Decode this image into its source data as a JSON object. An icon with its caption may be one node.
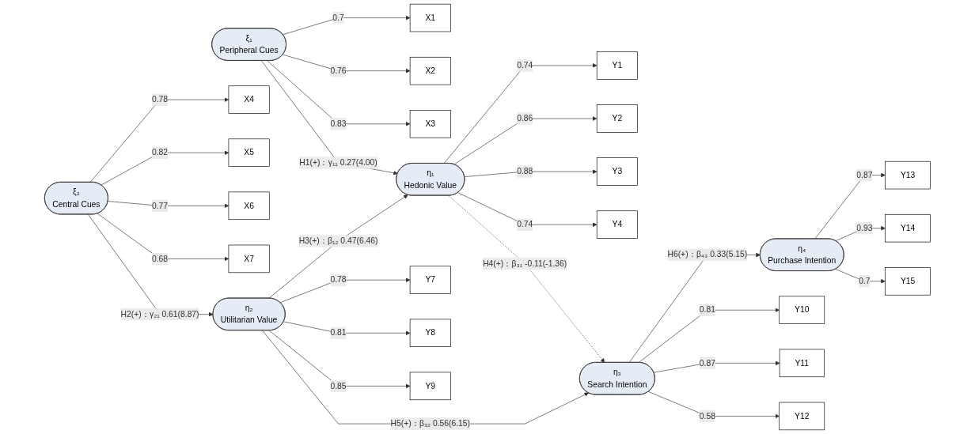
{
  "diagram": {
    "nodes": [
      {
        "text": [
          "Y1"
        ]
      },
      {
        "text": [
          "Y2"
        ]
      },
      {
        "text": [
          "Y3"
        ]
      },
      {
        "text": [
          "Y4"
        ]
      },
      {
        "text": [
          "X1"
        ]
      },
      {
        "text": [
          "X2"
        ]
      },
      {
        "text": [
          "X3"
        ]
      },
      {
        "text": [
          "ξ₁",
          "Peripheral Cues"
        ]
      },
      {
        "text": [
          "η₁",
          "Hedonic Value"
        ]
      },
      {
        "text": [
          "η₃",
          "Search Intention"
        ]
      },
      {
        "text": [
          "η₄",
          "Purchase Intention"
        ]
      },
      {
        "text": [
          "X4"
        ]
      },
      {
        "text": [
          "X5"
        ]
      },
      {
        "text": [
          "X6"
        ]
      },
      {
        "text": [
          "X7"
        ]
      },
      {
        "text": [
          "ξ₂",
          "Central Cues"
        ]
      },
      {
        "text": [
          "η₂",
          "Utilitarian Value"
        ]
      },
      {
        "text": [
          "Y10"
        ]
      },
      {
        "text": [
          "Y11"
        ]
      },
      {
        "text": [
          "Y12"
        ]
      },
      {
        "text": [
          "Y13"
        ]
      },
      {
        "text": [
          "Y14"
        ]
      },
      {
        "text": [
          "Y15"
        ]
      },
      {
        "text": [
          "Y7"
        ]
      },
      {
        "text": [
          "Y8"
        ]
      },
      {
        "text": [
          "Y9"
        ]
      }
    ],
    "edges": [
      {
        "from": 7,
        "to": 4,
        "arrow": "to",
        "label": "0.7"
      },
      {
        "from": 7,
        "to": 5,
        "arrow": "to",
        "label": "0.76"
      },
      {
        "from": 7,
        "to": 6,
        "arrow": "to",
        "label": "0.83"
      },
      {
        "from": 8,
        "to": 0,
        "arrow": "to",
        "label": "0.74"
      },
      {
        "from": 8,
        "to": 1,
        "arrow": "to",
        "label": "0.86"
      },
      {
        "from": 8,
        "to": 2,
        "arrow": "to",
        "label": "0.88"
      },
      {
        "from": 8,
        "to": 3,
        "arrow": "to",
        "label": "0.74"
      },
      {
        "from": 15,
        "to": 11,
        "arrow": "to",
        "label": "0.78"
      },
      {
        "from": 15,
        "to": 12,
        "arrow": "to",
        "label": "0.82"
      },
      {
        "from": 15,
        "to": 13,
        "arrow": "to",
        "label": "0.77"
      },
      {
        "from": 15,
        "to": 14,
        "arrow": "to",
        "label": "0.68"
      },
      {
        "from": 16,
        "to": 23,
        "arrow": "to",
        "label": "0.78"
      },
      {
        "from": 16,
        "to": 24,
        "arrow": "to",
        "label": "0.81"
      },
      {
        "from": 16,
        "to": 25,
        "arrow": "to",
        "label": "0.85"
      },
      {
        "from": 9,
        "to": 17,
        "arrow": "to",
        "label": "0.81"
      },
      {
        "from": 9,
        "to": 18,
        "arrow": "to",
        "label": "0.87"
      },
      {
        "from": 9,
        "to": 19,
        "arrow": "to",
        "label": "0.58"
      },
      {
        "from": 10,
        "to": 20,
        "arrow": "to",
        "label": "0.87"
      },
      {
        "from": 10,
        "to": 21,
        "arrow": "to",
        "label": "0.93"
      },
      {
        "from": 10,
        "to": 22,
        "arrow": "to",
        "label": "0.7"
      },
      {
        "from": 7,
        "to": 8,
        "arrow": "to",
        "label": "H1(+)：γ₁₁ 0.27(4.00)"
      },
      {
        "from": 15,
        "to": 16,
        "arrow": "to",
        "label": "H2(+)：γ₂₁ 0.61(8.87)"
      },
      {
        "from": 16,
        "to": 8,
        "arrow": "to",
        "label": "H3(+)：β₁₂ 0.47(6.46)"
      },
      {
        "from": 8,
        "to": 9,
        "arrow": "to",
        "style": "dashed",
        "label": "H4(+)：β₃₁ -0.11(-1.36)"
      },
      {
        "from": 16,
        "to": 9,
        "arrow": "to",
        "label": "H5(+)：β₃₂ 0.56(6.15)"
      },
      {
        "from": 9,
        "to": 10,
        "arrow": "to",
        "label": "H6(+)：β₄₃ 0.33(5.15)"
      }
    ]
  }
}
